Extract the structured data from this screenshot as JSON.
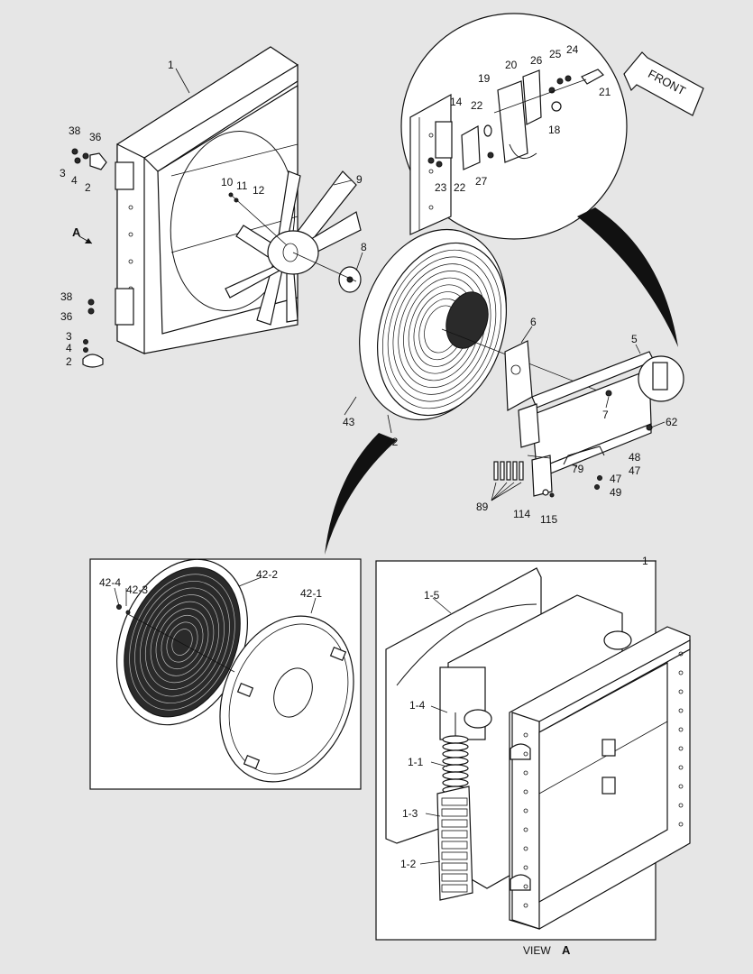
{
  "callouts": {
    "c1": "1",
    "c2a": "2",
    "c2b": "2",
    "c3a": "3",
    "c3b": "3",
    "c4a": "4",
    "c4b": "4",
    "c5": "5",
    "c6": "6",
    "c7": "7",
    "c8": "8",
    "c9": "9",
    "c10": "10",
    "c11": "11",
    "c12": "12",
    "c14": "14",
    "c18": "18",
    "c19": "19",
    "c20": "20",
    "c21": "21",
    "c22a": "22",
    "c22b": "22",
    "c23": "23",
    "c24": "24",
    "c25": "25",
    "c26": "26",
    "c27": "27",
    "c36a": "36",
    "c36b": "36",
    "c38a": "38",
    "c38b": "38",
    "c42": "42",
    "c43": "43",
    "c47a": "47",
    "c47b": "47",
    "c48": "48",
    "c49": "49",
    "c62": "62",
    "c79": "79",
    "c89": "89",
    "c114": "114",
    "c115": "115",
    "cA": "A",
    "front": "FRONT"
  },
  "detail_grille": {
    "c42_4": "42-4",
    "c42_3": "42-3",
    "c42_2": "42-2",
    "c42_1": "42-1"
  },
  "detail_view_a": {
    "c1": "1",
    "c1_5": "1-5",
    "c1_4": "1-4",
    "c1_1": "1-1",
    "c1_3": "1-3",
    "c1_2": "1-2",
    "caption_prefix": "VIEW",
    "caption_letter": "A"
  }
}
